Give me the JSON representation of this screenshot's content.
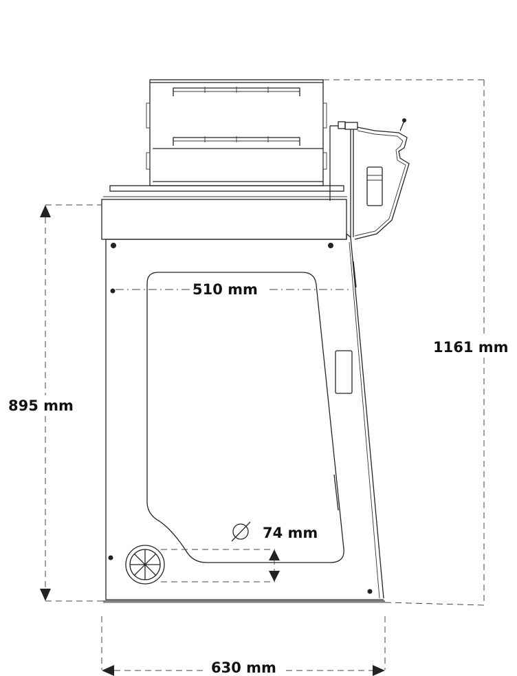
{
  "dimensions": {
    "width_top": "510 mm",
    "height_body": "895 mm",
    "height_total": "1161 mm",
    "drain_diameter": "74 mm",
    "width_base": "630 mm"
  },
  "colors": {
    "line": "#222222",
    "background": "#ffffff"
  },
  "icons": {
    "diameter_symbol": "diameter-icon",
    "drain_grille": "drain-grille-icon"
  }
}
